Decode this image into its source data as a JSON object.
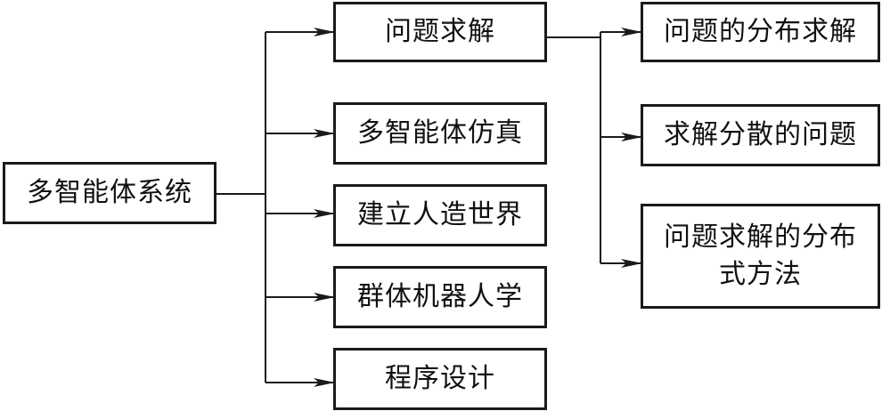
{
  "diagram": {
    "root": "多智能体系统",
    "branches": [
      "问题求解",
      "多智能体仿真",
      "建立人造世界",
      "群体机器人学",
      "程序设计"
    ],
    "sub_branches": [
      "问题的分布求解",
      "求解分散的问题",
      "问题求解的分布式方法"
    ],
    "colors": {
      "line": "#1a1a1a",
      "box_border": "#1a1a1a",
      "text": "#111111",
      "background": "#ffffff"
    }
  }
}
